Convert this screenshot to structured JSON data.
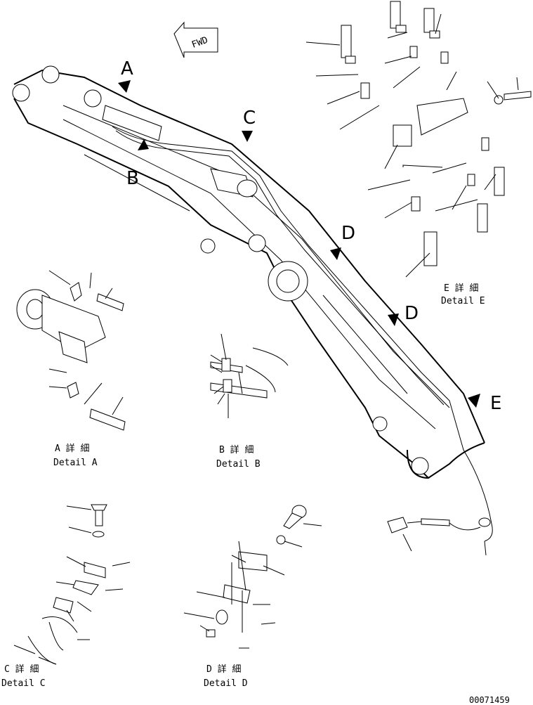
{
  "callouts": {
    "a": "A",
    "b": "B",
    "c": "C",
    "d1": "D",
    "d2": "D",
    "e": "E"
  },
  "fwd": "FWD",
  "details": {
    "a": {
      "jp": "A 詳 細",
      "en": "Detail A"
    },
    "b": {
      "jp": "B 詳 細",
      "en": "Detail B"
    },
    "c": {
      "jp": "C 詳 細",
      "en": "Detail C"
    },
    "d": {
      "jp": "D 詳 細",
      "en": "Detail D"
    },
    "e": {
      "jp": "E 詳 細",
      "en": "Detail E"
    }
  },
  "drawing_number": "00071459"
}
